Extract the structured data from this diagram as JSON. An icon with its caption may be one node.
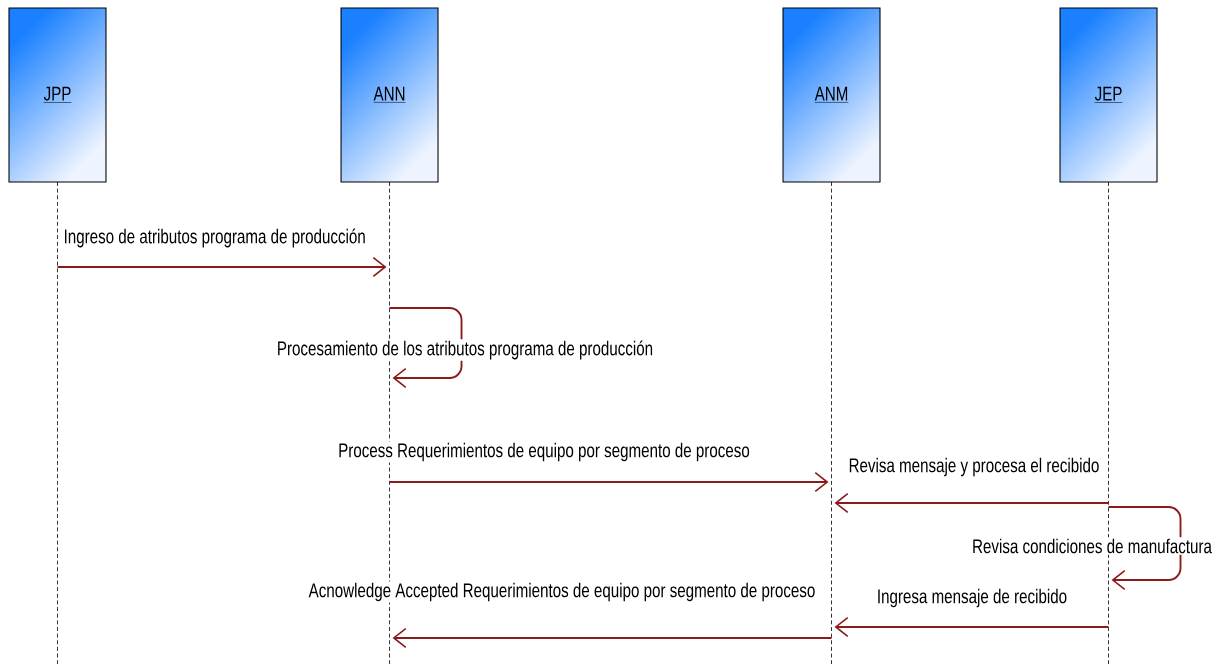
{
  "diagram": {
    "nodes": [
      {
        "text": [
          "JPP"
        ]
      },
      {
        "text": [
          "ANN"
        ]
      },
      {
        "text": [
          "ANM"
        ]
      },
      {
        "text": [
          "JEP"
        ]
      }
    ],
    "edges": [
      {
        "from": 0,
        "to": 1,
        "arrow": "to",
        "label": "Ingreso de atributos programa de producción"
      },
      {
        "from": 1,
        "to": 1,
        "arrow": "to",
        "label": "Procesamiento de los atributos programa de producción"
      },
      {
        "from": 1,
        "to": 2,
        "arrow": "to",
        "label": "Process Requerimientos de equipo por segmento de proceso"
      },
      {
        "from": 3,
        "to": 2,
        "arrow": "to",
        "label": "Revisa mensaje y procesa el recibido"
      },
      {
        "from": 3,
        "to": 3,
        "arrow": "to",
        "label": "Revisa condiciones de manufactura"
      },
      {
        "from": 3,
        "to": 2,
        "arrow": "to",
        "label": "Ingresa mensaje de recibido"
      },
      {
        "from": 2,
        "to": 1,
        "arrow": "to",
        "label": "Acnowledge Accepted Requerimientos de equipo por segmento de proceso"
      }
    ]
  }
}
